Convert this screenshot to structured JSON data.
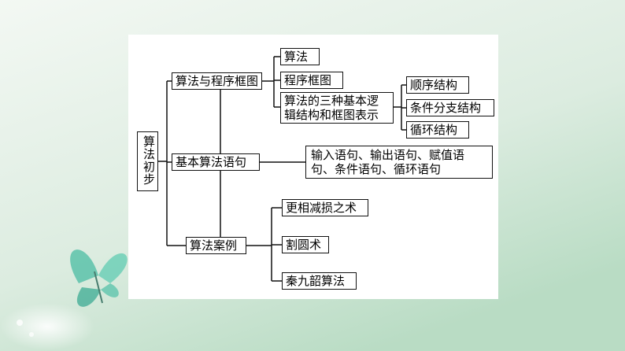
{
  "background": {
    "gradient_top": "#eef6f0",
    "gradient_bottom": "#cfe6d4",
    "accent": "#4fbfa6"
  },
  "diagram": {
    "root": "算法初步",
    "branch1": {
      "label": "算法与程序框图",
      "children": [
        "算法",
        "程序框图",
        "算法的三种基本逻辑结构和框图表示"
      ],
      "sub": [
        "顺序结构",
        "条件分支结构",
        "循环结构"
      ]
    },
    "branch2": {
      "label": "基本算法语句",
      "detail": "输入语句、输出语句、赋值语句、条件语句、循环语句"
    },
    "branch3": {
      "label": "算法案例",
      "children": [
        "更相减损之术",
        "割圆术",
        "秦九韶算法"
      ]
    }
  }
}
